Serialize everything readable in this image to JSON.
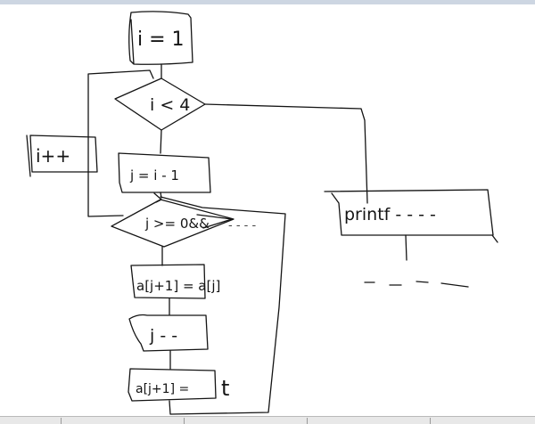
{
  "diagram": {
    "labels": {
      "init": "i = 1",
      "loop_test": "i < 4",
      "increment": "i++",
      "inner_init": "j = i - 1",
      "inner_test": "j >= 0&&",
      "inner_test_trail": "- - - -",
      "shift": "a[j+1] = a[j]",
      "decrement": "j - -",
      "assign_prefix": "a[j+1] =",
      "assign_value": "t",
      "output": "printf - - - -",
      "output_trail": "- - - -"
    },
    "stroke_color": "#141414",
    "background_color": "#ffffff"
  }
}
